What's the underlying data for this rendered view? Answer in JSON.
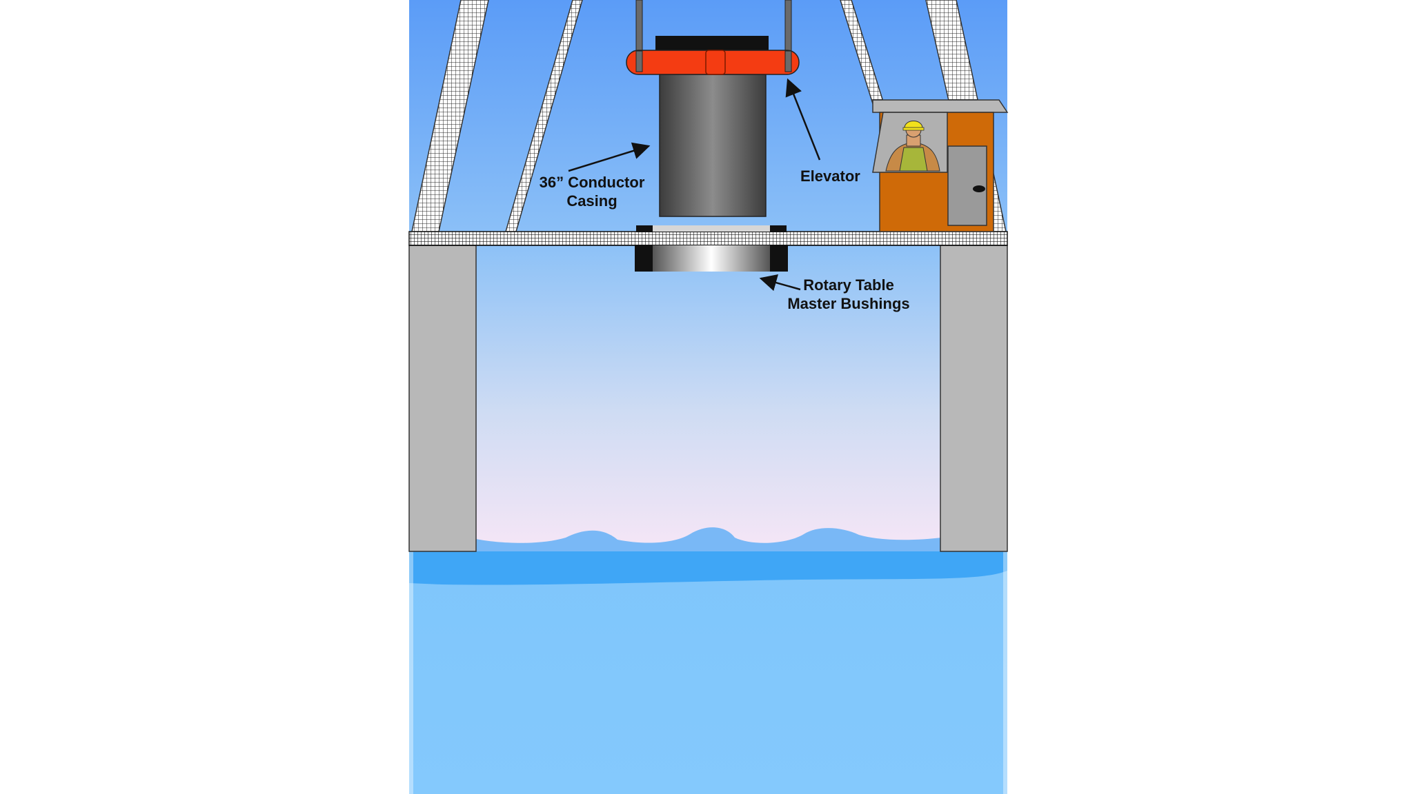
{
  "labels": {
    "conductor_line1": "36” Conductor",
    "conductor_line2": "Casing",
    "elevator": "Elevator",
    "rotary_line1": "Rotary Table",
    "rotary_line2": "Master Bushings"
  },
  "colors": {
    "sky_top": "#5e9ff7",
    "sky_bottom": "#f4e6f7",
    "sea": "#82c8fc",
    "sea_band": "#3fa8f7",
    "elevator": "#f43c12",
    "casing": "#6e6e6e",
    "pillar": "#b8b8b8",
    "cabin": "#cf6a08",
    "hardhat": "#f2e11c"
  }
}
